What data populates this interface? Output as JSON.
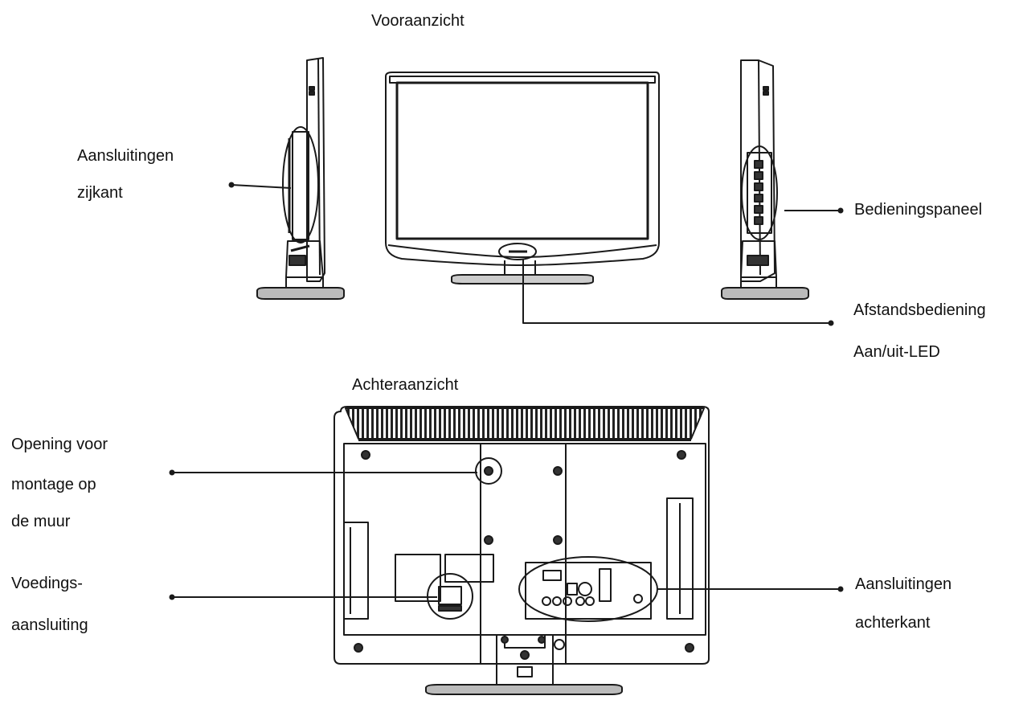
{
  "front_view_title": "Vooraanzicht",
  "rear_view_title": "Achteraanzicht",
  "labels": {
    "side_connections": [
      "Aansluitingen",
      "zijkant"
    ],
    "control_panel": "Bedieningspaneel",
    "remote_led": [
      "Afstandsbediening",
      "Aan/uit-LED"
    ],
    "wall_mount": [
      "Opening voor",
      "montage op",
      "de muur"
    ],
    "power_input": [
      "Voedings-",
      "aansluiting"
    ],
    "rear_connections": [
      "Aansluitingen",
      "achterkant"
    ]
  },
  "colors": {
    "line": "#1a1a1a",
    "text": "#111111",
    "background": "#ffffff"
  }
}
